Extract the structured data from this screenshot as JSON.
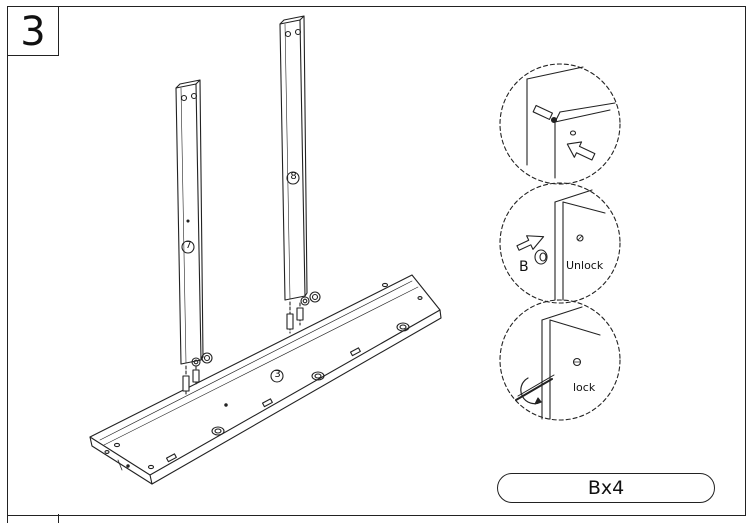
{
  "step": {
    "number": "3"
  },
  "parts": {
    "panel_left": "7",
    "panel_right": "8",
    "base": "3"
  },
  "details": {
    "hardware_letter": "B",
    "unlock_label": "Unlock",
    "lock_label": "lock"
  },
  "quantity": {
    "label": "Bx4"
  }
}
